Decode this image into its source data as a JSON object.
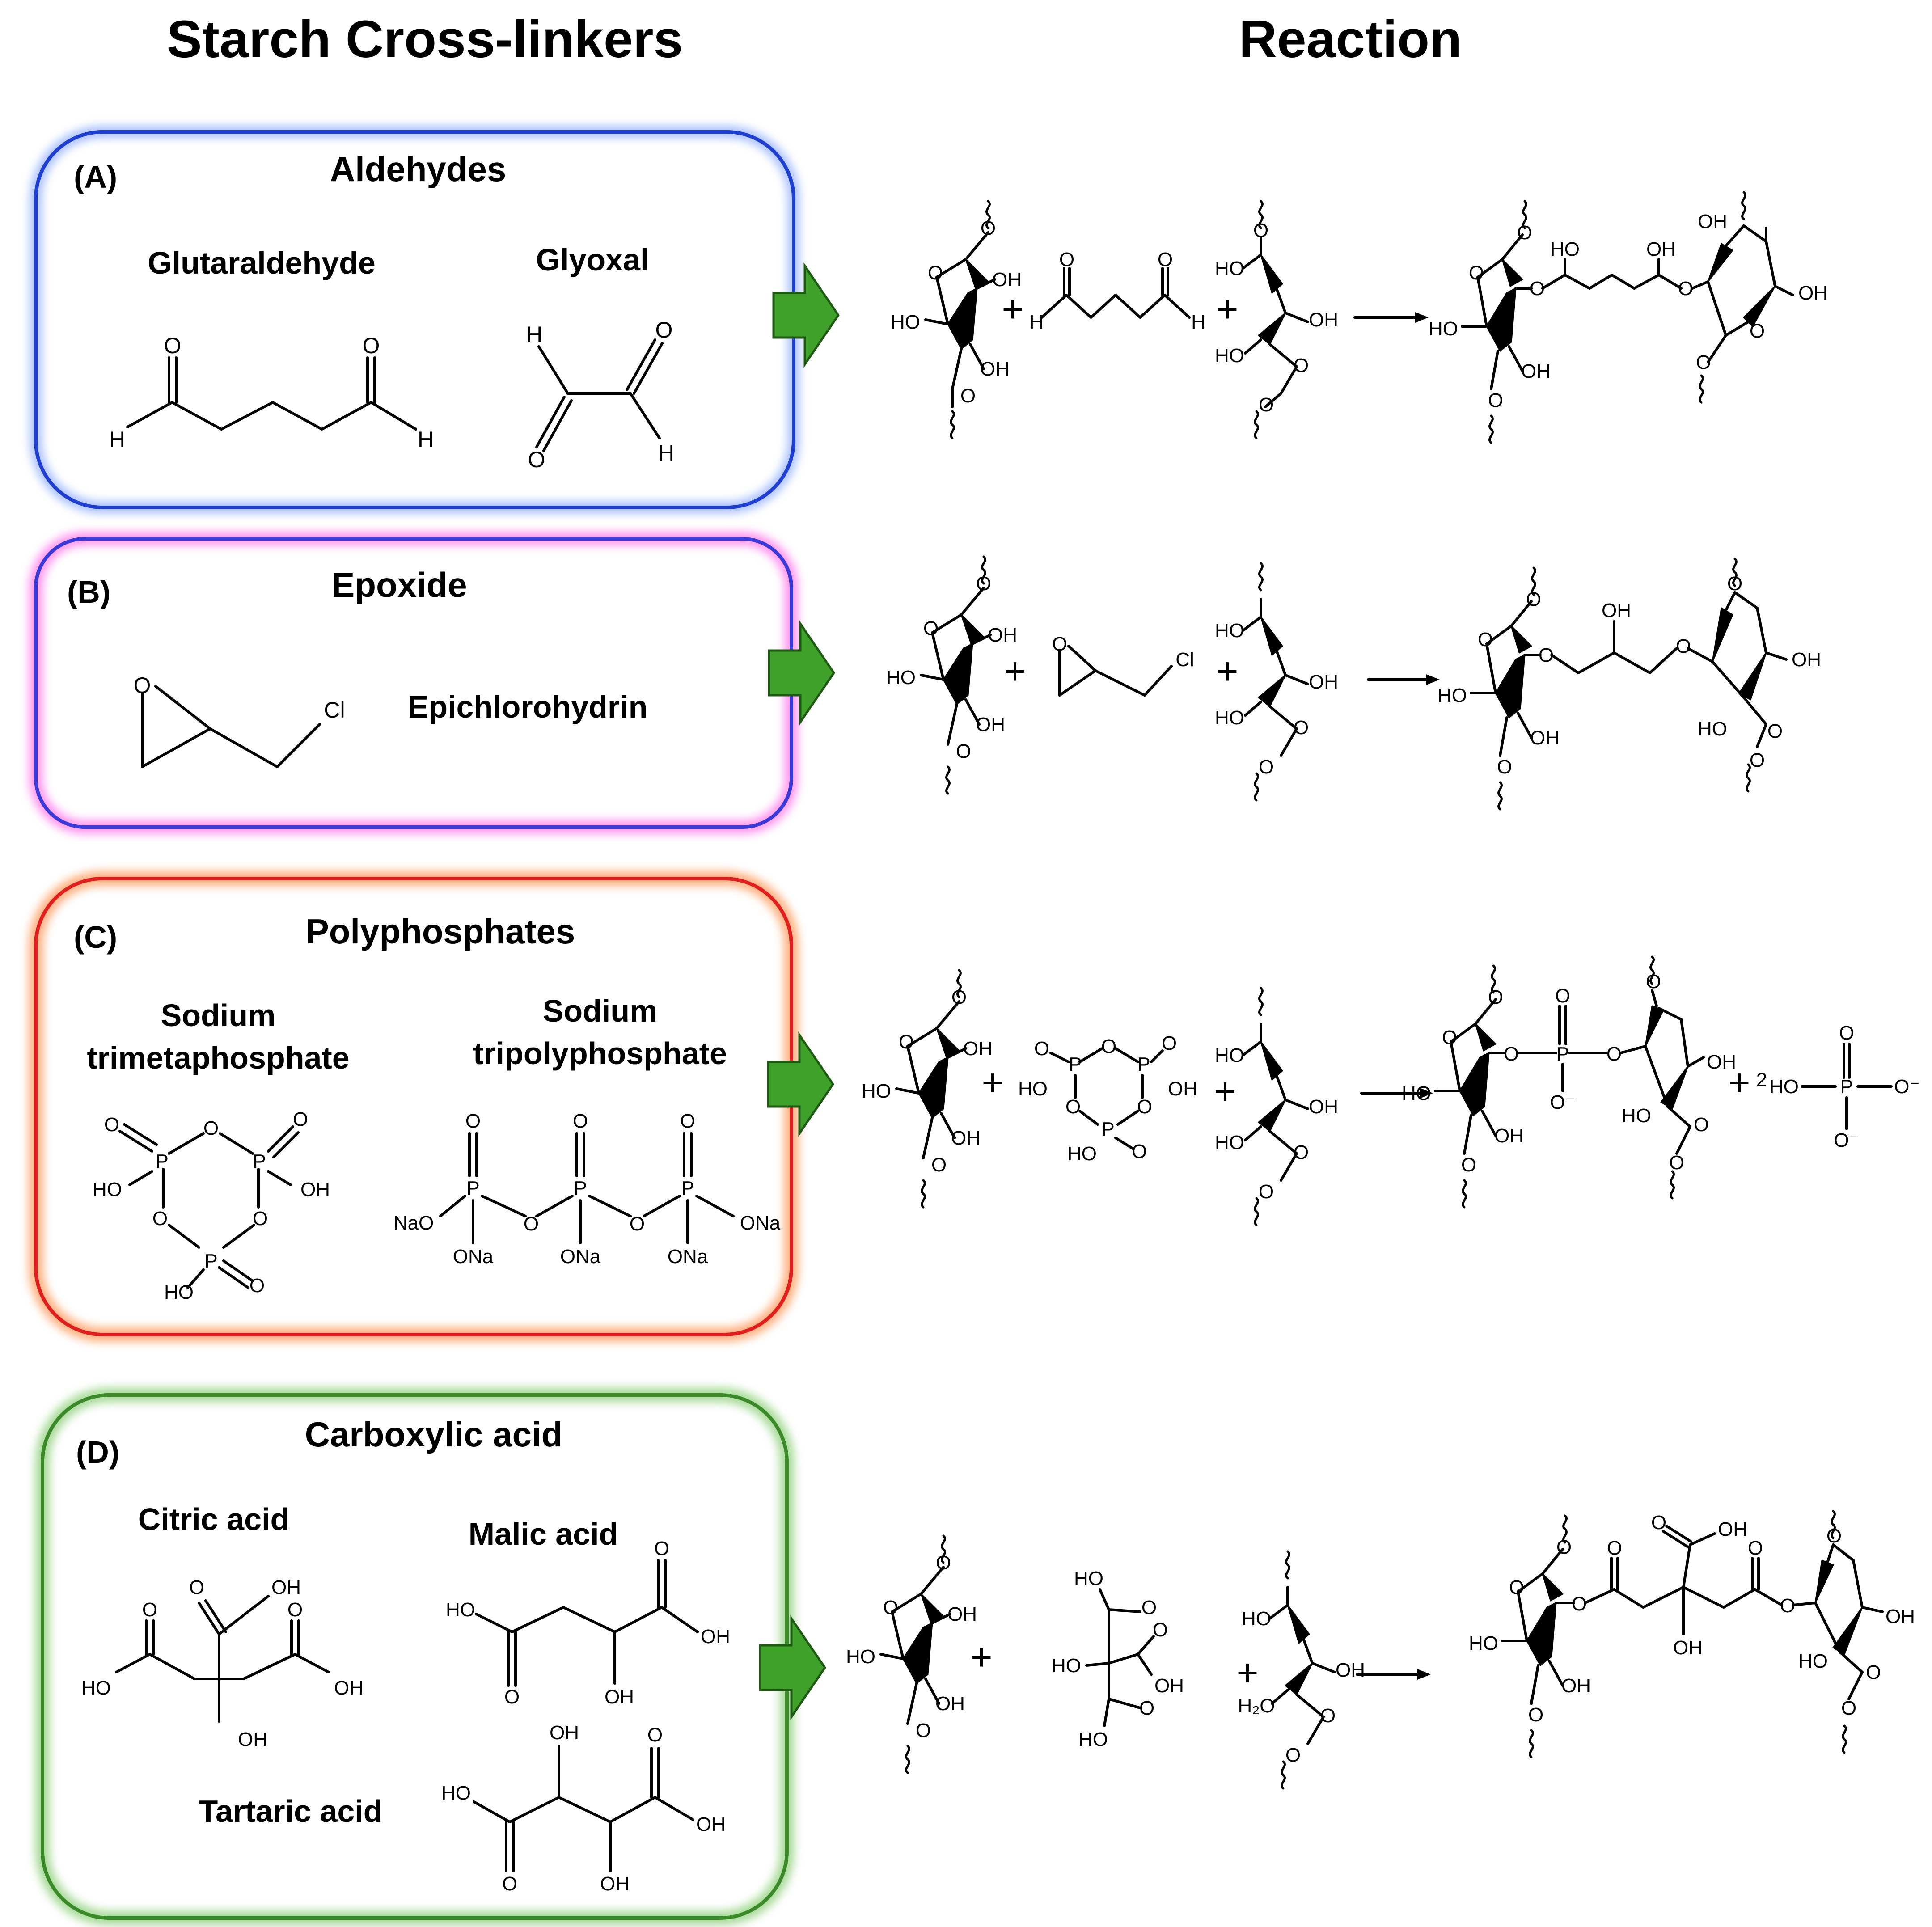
{
  "headers": {
    "left": "Starch Cross-linkers",
    "right": "Reaction"
  },
  "panels": [
    {
      "id": "A",
      "letter": "(A)",
      "title": "Aldehydes",
      "border_color": "#1f3fd0",
      "compounds": [
        "Glutaraldehyde",
        "Glyoxal"
      ]
    },
    {
      "id": "B",
      "letter": "(B)",
      "title": "Epoxide",
      "border_color": "#3a3ad8",
      "compounds": [
        "Epichlorohydrin"
      ]
    },
    {
      "id": "C",
      "letter": "(C)",
      "title": "Polyphosphates",
      "border_color": "#e02020",
      "compounds": [
        "Sodium trimetaphosphate",
        "Sodium tripolyphosphate"
      ],
      "compound_lines": [
        [
          "Sodium",
          "trimetaphosphate"
        ],
        [
          "Sodium",
          "tripolyphosphate"
        ]
      ]
    },
    {
      "id": "D",
      "letter": "(D)",
      "title": "Carboxylic acid",
      "border_color": "#3a8a2a",
      "compounds": [
        "Citric acid",
        "Malic acid",
        "Tartaric acid"
      ]
    }
  ],
  "atoms": {
    "O": "O",
    "H": "H",
    "Cl": "Cl",
    "P": "P",
    "OH": "OH",
    "HO": "HO",
    "NaO": "NaO",
    "ONa": "ONa",
    "H2O": "H₂O",
    "HPO4_coef": "2",
    "O_minus": "O⁻"
  },
  "colors": {
    "arrow": "#3fa02a",
    "arrow_stroke": "#1e5a12"
  },
  "icons": {
    "pointer": "block-arrow-right-icon",
    "reaction": "reaction-arrow-icon",
    "plus": "plus-sign-icon"
  }
}
